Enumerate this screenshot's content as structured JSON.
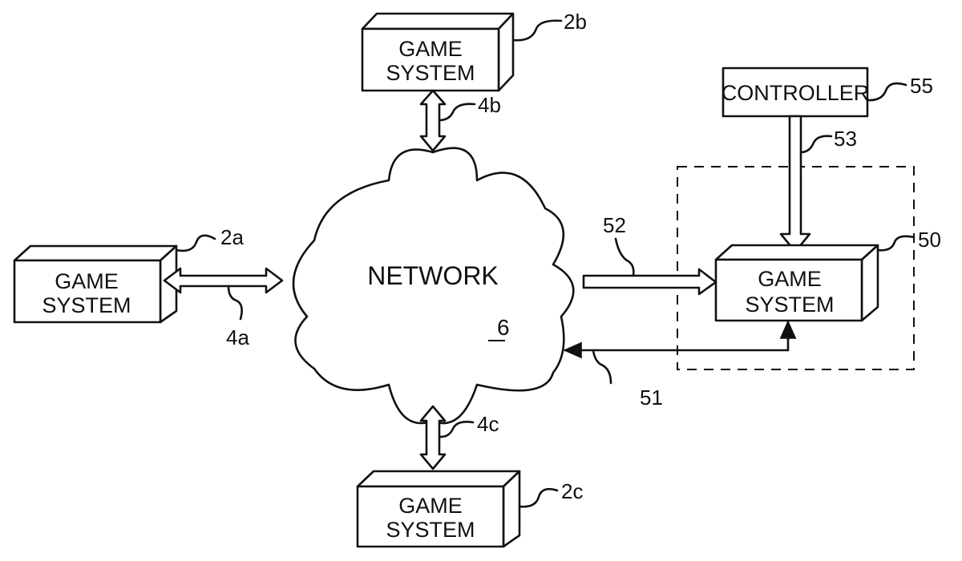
{
  "diagram": {
    "network": {
      "label": "NETWORK",
      "ref": "6"
    },
    "game_systems": [
      {
        "id": "2a",
        "line1": "GAME",
        "line2": "SYSTEM",
        "ref": "2a",
        "link_ref": "4a"
      },
      {
        "id": "2b",
        "line1": "GAME",
        "line2": "SYSTEM",
        "ref": "2b",
        "link_ref": "4b"
      },
      {
        "id": "2c",
        "line1": "GAME",
        "line2": "SYSTEM",
        "ref": "2c",
        "link_ref": "4c"
      },
      {
        "id": "50",
        "line1": "GAME",
        "line2": "SYSTEM",
        "ref": "50"
      }
    ],
    "controller": {
      "label": "CONTROLLER",
      "ref": "55",
      "link_ref": "53"
    },
    "links": {
      "to_system_50": "52",
      "from_system_50": "51"
    }
  }
}
